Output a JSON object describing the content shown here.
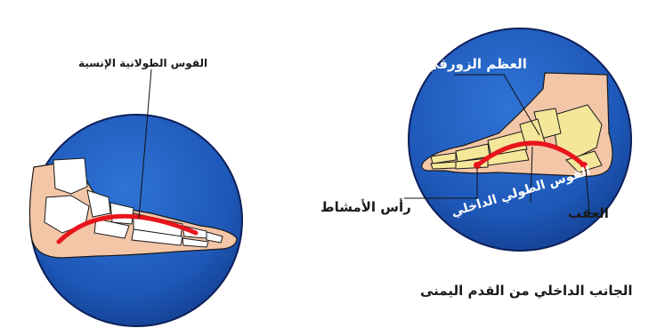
{
  "left_panel": {
    "arch_label": "القوس الطولانية الإنسية"
  },
  "right_panel": {
    "navicular_label": "العظم الزورقي",
    "metatarsal_head_label": "رأس الأمشاط",
    "heel_label": "العقب",
    "arch_label": "القوس الطولي الداخلي",
    "caption": "الجانب الداخلي من القدم اليمنى"
  },
  "colors": {
    "circle_fill": "#1e58b8",
    "circle_outline": "#0d1f5a",
    "skin": "#f3c6a8",
    "bone_left": "#ffffff",
    "bone_right": "#f5e79a",
    "arch_line": "#e8141c",
    "leader_line": "#111111"
  }
}
